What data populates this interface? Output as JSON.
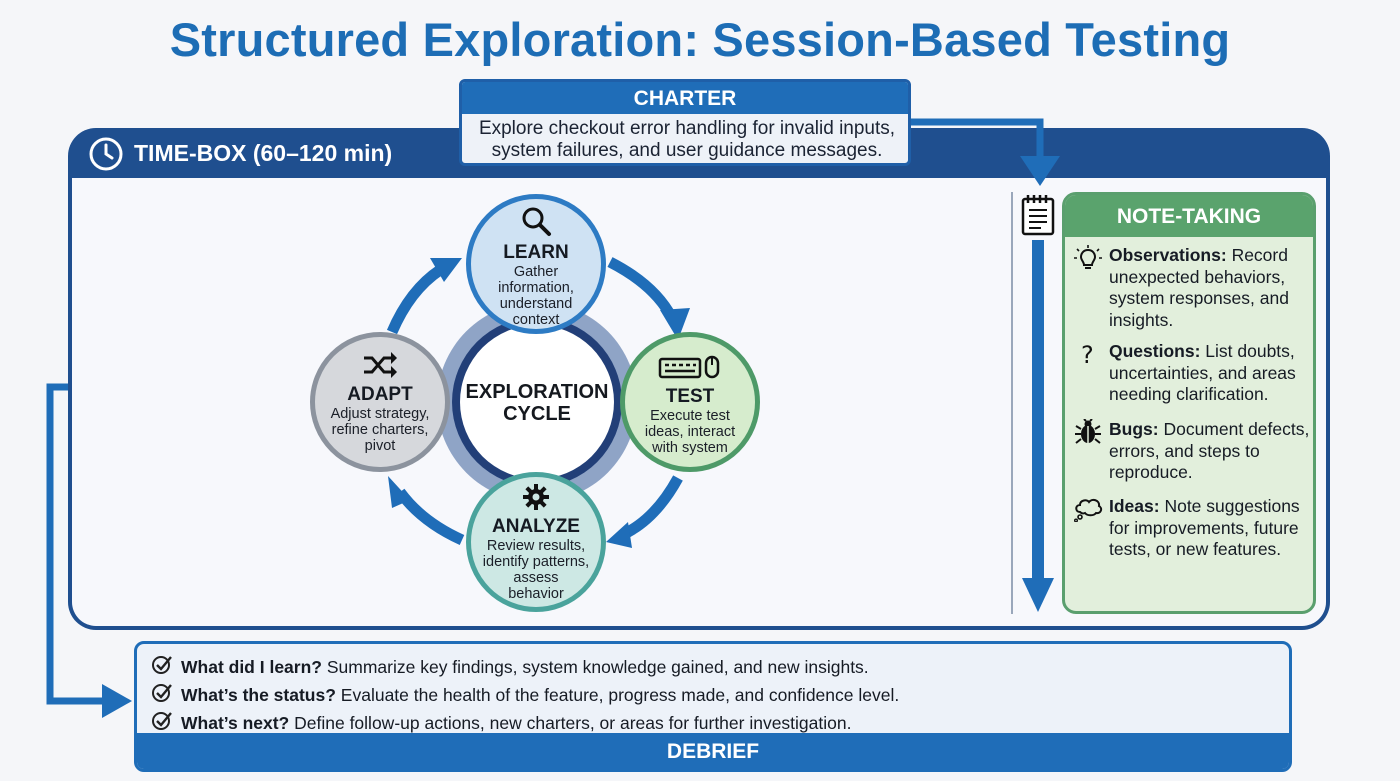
{
  "title": "Structured Exploration: Session-Based Testing",
  "timebox": {
    "label": "TIME-BOX (60–120 min)",
    "icon": "clock-icon"
  },
  "charter": {
    "title": "CHARTER",
    "text_line1": "Explore checkout error handling for invalid inputs,",
    "text_line2": "system failures, and user guidance messages."
  },
  "cycle": {
    "center_line1": "EXPLORATION",
    "center_line2": "CYCLE",
    "nodes": [
      {
        "title": "LEARN",
        "icon": "magnifier-icon",
        "lines": [
          "Gather",
          "information,",
          "understand",
          "context"
        ]
      },
      {
        "title": "TEST",
        "icon": "keyboard-mouse-icon",
        "lines": [
          "Execute test",
          "ideas, interact",
          "with system"
        ]
      },
      {
        "title": "ANALYZE",
        "icon": "gear-icon",
        "lines": [
          "Review results,",
          "identify patterns,",
          "assess",
          "behavior"
        ]
      },
      {
        "title": "ADAPT",
        "icon": "shuffle-icon",
        "lines": [
          "Adjust strategy,",
          "refine charters,",
          "pivot"
        ]
      }
    ]
  },
  "notes": {
    "title": "NOTE-TAKING",
    "icon": "notepad-icon",
    "items": [
      {
        "label": "Observations:",
        "text": "Record unexpected behaviors, system responses, and insights.",
        "icon": "lightbulb-icon"
      },
      {
        "label": "Questions:",
        "text": "List doubts, uncertainties, and areas needing clarification.",
        "icon": "question-icon"
      },
      {
        "label": "Bugs:",
        "text": "Document defects, errors, and steps to reproduce.",
        "icon": "bug-icon"
      },
      {
        "label": "Ideas:",
        "text": "Note suggestions for improvements, future tests, or new features.",
        "icon": "thought-bubble-icon"
      }
    ]
  },
  "debrief": {
    "title": "DEBRIEF",
    "items": [
      {
        "label": "What did I learn?",
        "text": "Summarize key findings, system knowledge gained, and new insights."
      },
      {
        "label": "What’s the status?",
        "text": "Evaluate the health of the feature, progress made, and confidence level."
      },
      {
        "label": "What’s next?",
        "text": "Define follow-up actions, new charters, or areas for further investigation."
      }
    ]
  },
  "colors": {
    "title": "#1d6db5",
    "timebox": "#1f4f8f",
    "flow_arrow": "#1f6db8",
    "learn": "#2d7bc4",
    "test": "#4e9a68",
    "analyze": "#4aa39c",
    "adapt": "#8c939e",
    "notes": "#5aa36d"
  }
}
